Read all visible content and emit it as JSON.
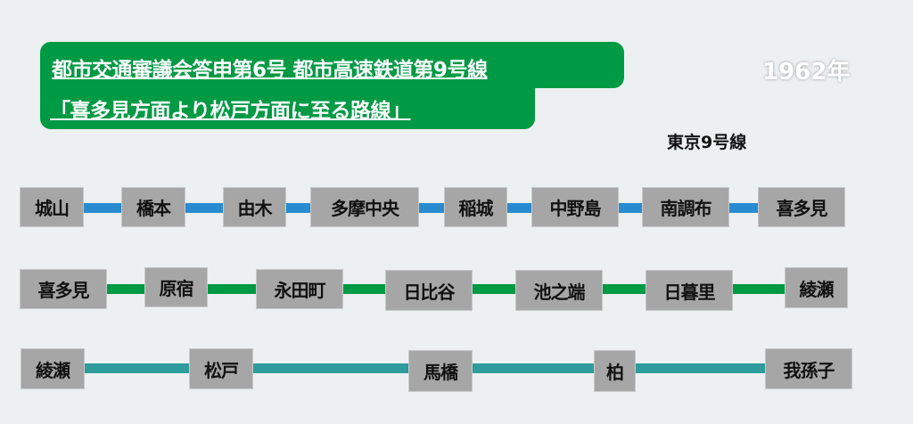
{
  "title": {
    "line1": "都市交通審議会答申第6号 都市高速鉄道第9号線",
    "line2": "「喜多見方面より松戸方面に至る路線」"
  },
  "year": "1962年",
  "line_name": "東京9号線",
  "colors": {
    "row1": "#2a8bd0",
    "row2": "#009a44",
    "row3": "#2e9c9c",
    "station_box": "#a6a6a6"
  },
  "rows": [
    {
      "stations": [
        "城山",
        "橋本",
        "由木",
        "多摩中央",
        "稲城",
        "中野島",
        "南調布",
        "喜多見"
      ]
    },
    {
      "stations": [
        "喜多見",
        "原宿",
        "永田町",
        "日比谷",
        "池之端",
        "日暮里",
        "綾瀬"
      ]
    },
    {
      "stations": [
        "綾瀬",
        "松戸",
        "馬橋",
        "柏",
        "我孫子"
      ]
    }
  ]
}
